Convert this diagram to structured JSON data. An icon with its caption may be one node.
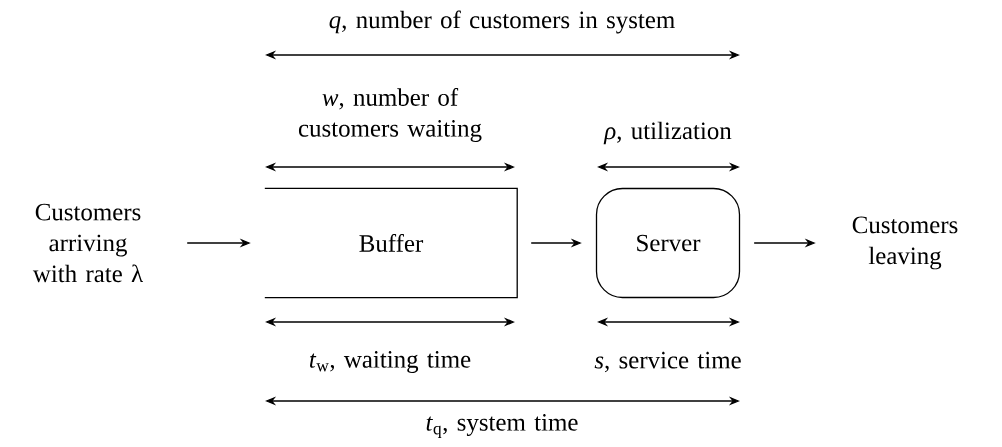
{
  "diagram": {
    "nodes": [
      {
        "text": [
          "Customers arriving with rate λ"
        ]
      },
      {
        "text": [
          "Buffer"
        ]
      },
      {
        "text": [
          "Server"
        ]
      },
      {
        "text": [
          "Customers leaving"
        ]
      }
    ],
    "edges": [
      {
        "from": 0,
        "to": 1,
        "arrow": "to"
      },
      {
        "from": 1,
        "to": 2,
        "arrow": "to"
      },
      {
        "from": 2,
        "to": 3,
        "arrow": "to"
      }
    ],
    "labels": [
      "*q*, number of customers in system",
      "*w*, number of customers waiting",
      "*ρ*, utilization",
      "*t*$_{w}$, waiting time",
      "*s*, service time",
      "*t*$_{q}$, system time"
    ]
  }
}
